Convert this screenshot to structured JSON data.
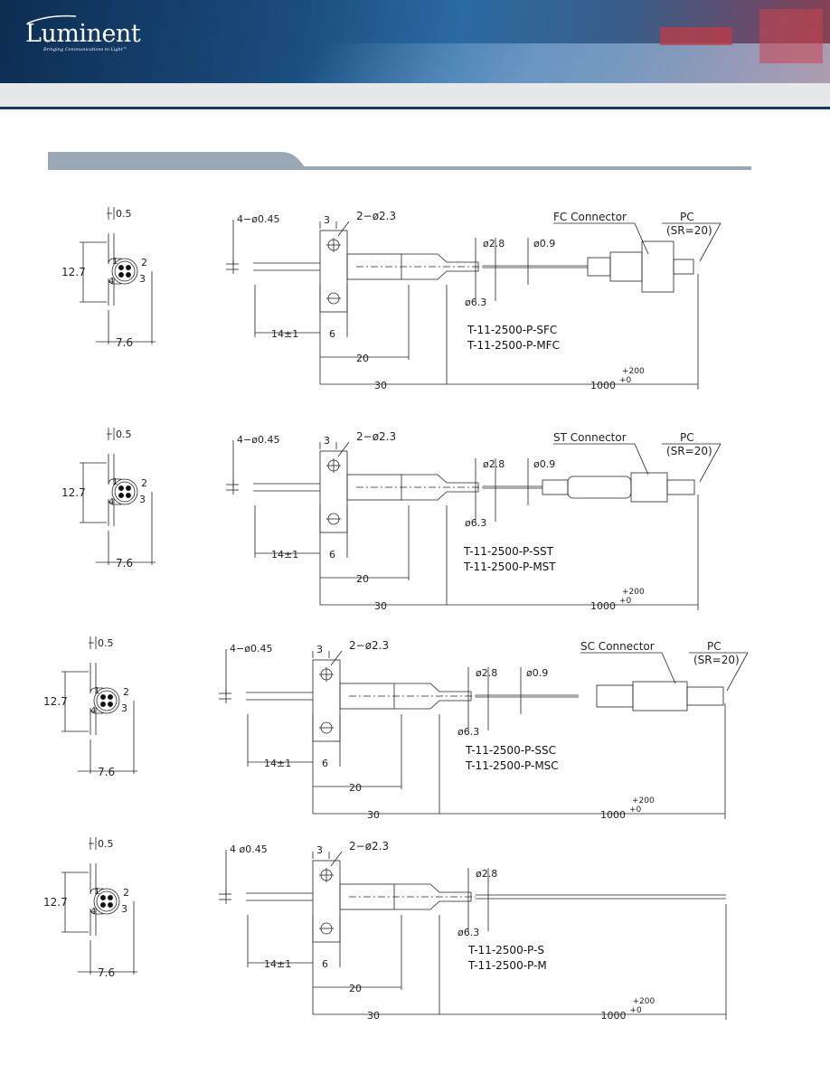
{
  "brand": {
    "name": "Luminent",
    "tagline": "Bringing Communications to Light™"
  },
  "drawings": [
    {
      "connector": "FC Connector",
      "pc": "PC",
      "sr": "(SR=20)",
      "part_numbers": [
        "T-11-2500-P-SFC",
        "T-11-2500-P-MFC"
      ]
    },
    {
      "connector": "ST Connector",
      "pc": "PC",
      "sr": "(SR=20)",
      "part_numbers": [
        "T-11-2500-P-SST",
        "T-11-2500-P-MST"
      ]
    },
    {
      "connector": "SC Connector",
      "pc": "PC",
      "sr": "(SR=20)",
      "part_numbers": [
        "T-11-2500-P-SSC",
        "T-11-2500-P-MSC"
      ]
    },
    {
      "connector": "",
      "pc": "",
      "sr": "",
      "part_numbers": [
        "T-11-2500-P-S",
        "T-11-2500-P-M"
      ]
    }
  ],
  "dims": {
    "lead_count_diam": "4−ø0.45",
    "lead_count_diam_plain": "4  ø0.45",
    "flange_w": "3",
    "holes": "2−ø2.3",
    "d28": "ø2.8",
    "d09": "ø0.9",
    "d63": "ø6.3",
    "l14": "14±1",
    "l6": "6",
    "l20": "20",
    "l30": "30",
    "l1000": "1000",
    "tol_plus": "+200",
    "tol_zero": "+0",
    "side_thick": "0.5",
    "side_h": "12.7",
    "side_w": "7.6",
    "pin1": "1",
    "pin2": "2",
    "pin3": "3",
    "pin4": "4"
  }
}
